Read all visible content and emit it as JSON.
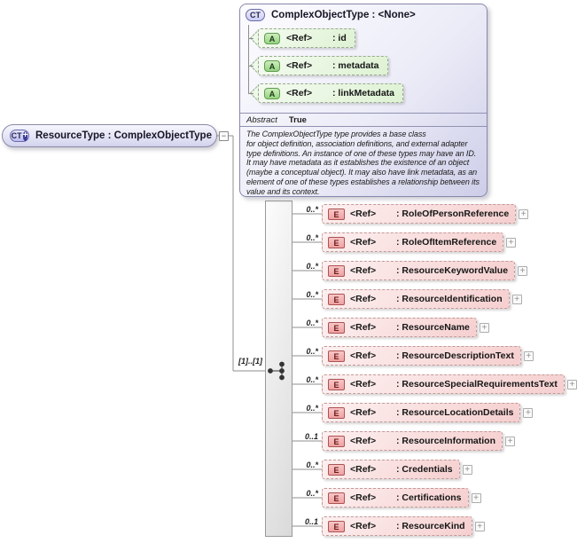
{
  "icons": {
    "derivation_plus": "+",
    "collapse_handle": "−",
    "expand_plus": "+",
    "sequence_icon": "sequence-compositor"
  },
  "colors": {
    "type_box_fill": "#dcdcf2",
    "type_box_border": "#8888ac",
    "attribute_fill": "#e4f5d9",
    "attribute_badge": "#a7dd92",
    "element_fill": "#f8d6d6",
    "element_badge": "#f2b1b1",
    "element_border": "#c29a9a",
    "connector": "#8f8f8f"
  },
  "diagram": {
    "root_box": {
      "badge": "CT",
      "label": "ResourceType : ComplexObjectType"
    },
    "base_type": {
      "badge": "CT",
      "title": "ComplexObjectType : <None>",
      "attributes": [
        {
          "badge": "A",
          "ref": "<Ref>",
          "name": ": id"
        },
        {
          "badge": "A",
          "ref": "<Ref>",
          "name": ": metadata"
        },
        {
          "badge": "A",
          "ref": "<Ref>",
          "name": ": linkMetadata"
        }
      ],
      "abstract_label": "Abstract",
      "abstract_value": "True",
      "description": "The ComplexObjectType type provides a base class\nfor object definition, association definitions, and external adapter\ntype definitions. An instance of one of these types may have an ID.\nIt may have metadata as it establishes the existence of an object\n(maybe a conceptual object). It may also have link metadata, as an\nelement of one of these types establishes a relationship between its\nvalue and its context."
    },
    "sequence": {
      "cardinality": "[1]..[1]"
    },
    "elements": [
      {
        "badge": "E",
        "cardinality": "0..*",
        "ref": "<Ref>",
        "name": ": RoleOfPersonReference"
      },
      {
        "badge": "E",
        "cardinality": "0..*",
        "ref": "<Ref>",
        "name": ": RoleOfItemReference"
      },
      {
        "badge": "E",
        "cardinality": "0..*",
        "ref": "<Ref>",
        "name": ": ResourceKeywordValue"
      },
      {
        "badge": "E",
        "cardinality": "0..*",
        "ref": "<Ref>",
        "name": ": ResourceIdentification"
      },
      {
        "badge": "E",
        "cardinality": "0..*",
        "ref": "<Ref>",
        "name": ": ResourceName"
      },
      {
        "badge": "E",
        "cardinality": "0..*",
        "ref": "<Ref>",
        "name": ": ResourceDescriptionText"
      },
      {
        "badge": "E",
        "cardinality": "0..*",
        "ref": "<Ref>",
        "name": ": ResourceSpecialRequirementsText"
      },
      {
        "badge": "E",
        "cardinality": "0..*",
        "ref": "<Ref>",
        "name": ": ResourceLocationDetails"
      },
      {
        "badge": "E",
        "cardinality": "0..1",
        "ref": "<Ref>",
        "name": ": ResourceInformation"
      },
      {
        "badge": "E",
        "cardinality": "0..*",
        "ref": "<Ref>",
        "name": ": Credentials"
      },
      {
        "badge": "E",
        "cardinality": "0..*",
        "ref": "<Ref>",
        "name": ": Certifications"
      },
      {
        "badge": "E",
        "cardinality": "0..1",
        "ref": "<Ref>",
        "name": ": ResourceKind"
      }
    ]
  }
}
